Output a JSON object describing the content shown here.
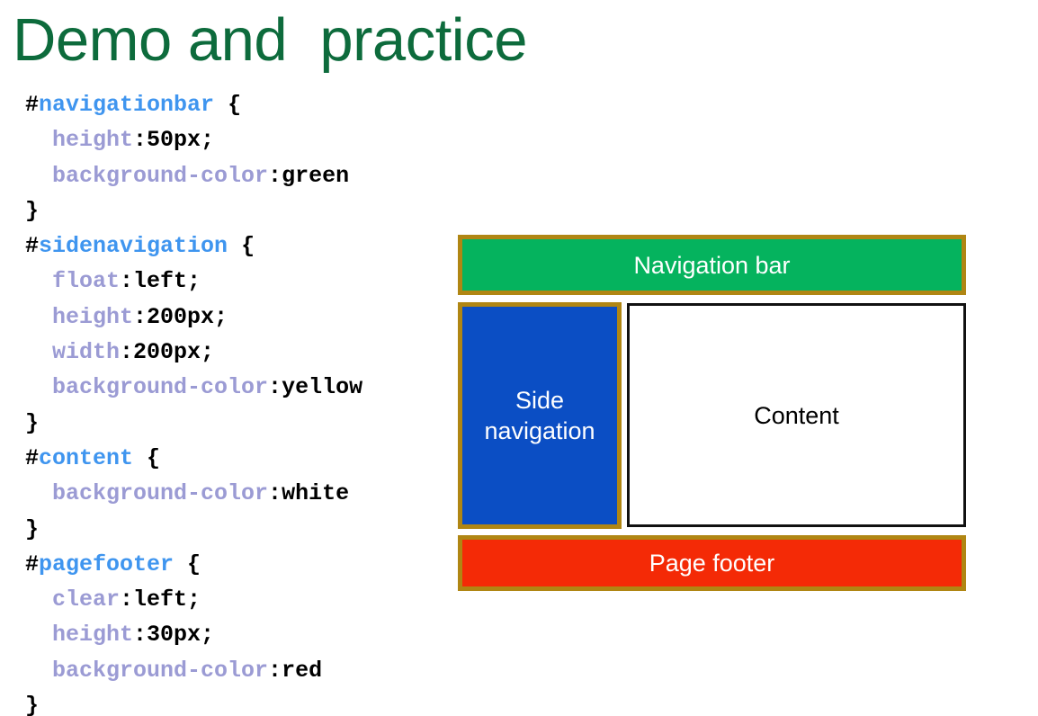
{
  "slide": {
    "title": "Demo and  practice"
  },
  "code": {
    "language": "css",
    "colors": {
      "selector": "#3f95ef",
      "property": "#9b9bd4",
      "value": "#000000",
      "punctuation": "#000000"
    },
    "lines": [
      [
        {
          "t": "hash",
          "s": "#"
        },
        {
          "t": "sel",
          "s": "navigationbar"
        },
        {
          "t": "brace",
          "s": " {"
        }
      ],
      [
        {
          "t": "prop",
          "s": "  height"
        },
        {
          "t": "punc",
          "s": ":"
        },
        {
          "t": "val",
          "s": "50px;"
        }
      ],
      [
        {
          "t": "prop",
          "s": "  background-color"
        },
        {
          "t": "punc",
          "s": ":"
        },
        {
          "t": "val",
          "s": "green"
        }
      ],
      [
        {
          "t": "brace",
          "s": "}"
        }
      ],
      [
        {
          "t": "hash",
          "s": "#"
        },
        {
          "t": "sel",
          "s": "sidenavigation"
        },
        {
          "t": "brace",
          "s": " {"
        }
      ],
      [
        {
          "t": "prop",
          "s": "  float"
        },
        {
          "t": "punc",
          "s": ":"
        },
        {
          "t": "val",
          "s": "left;"
        }
      ],
      [
        {
          "t": "prop",
          "s": "  height"
        },
        {
          "t": "punc",
          "s": ":"
        },
        {
          "t": "val",
          "s": "200px;"
        }
      ],
      [
        {
          "t": "prop",
          "s": "  width"
        },
        {
          "t": "punc",
          "s": ":"
        },
        {
          "t": "val",
          "s": "200px;"
        }
      ],
      [
        {
          "t": "prop",
          "s": "  background-color"
        },
        {
          "t": "punc",
          "s": ":"
        },
        {
          "t": "val",
          "s": "yellow"
        }
      ],
      [
        {
          "t": "brace",
          "s": "}"
        }
      ],
      [
        {
          "t": "hash",
          "s": "#"
        },
        {
          "t": "sel",
          "s": "content"
        },
        {
          "t": "brace",
          "s": " {"
        }
      ],
      [
        {
          "t": "prop",
          "s": "  background-color"
        },
        {
          "t": "punc",
          "s": ":"
        },
        {
          "t": "val",
          "s": "white"
        }
      ],
      [
        {
          "t": "brace",
          "s": "}"
        }
      ],
      [
        {
          "t": "hash",
          "s": "#"
        },
        {
          "t": "sel",
          "s": "pagefooter"
        },
        {
          "t": "brace",
          "s": " {"
        }
      ],
      [
        {
          "t": "prop",
          "s": "  clear"
        },
        {
          "t": "punc",
          "s": ":"
        },
        {
          "t": "val",
          "s": "left;"
        }
      ],
      [
        {
          "t": "prop",
          "s": "  height"
        },
        {
          "t": "punc",
          "s": ":"
        },
        {
          "t": "val",
          "s": "30px;"
        }
      ],
      [
        {
          "t": "prop",
          "s": "  background-color"
        },
        {
          "t": "punc",
          "s": ":"
        },
        {
          "t": "val",
          "s": "red"
        }
      ],
      [
        {
          "t": "brace",
          "s": "}"
        }
      ]
    ]
  },
  "diagram": {
    "border_color": "#b08613",
    "regions": {
      "navigation_bar": {
        "label": "Navigation bar",
        "background": "#05b35e",
        "text_color": "#ffffff"
      },
      "side_navigation": {
        "label": "Side\nnavigation",
        "background": "#0b4ec4",
        "text_color": "#ffffff"
      },
      "content": {
        "label": "Content",
        "background": "#ffffff",
        "text_color": "#000000",
        "border_color": "#111111"
      },
      "page_footer": {
        "label": "Page footer",
        "background": "#f42a06",
        "text_color": "#ffffff"
      }
    }
  }
}
